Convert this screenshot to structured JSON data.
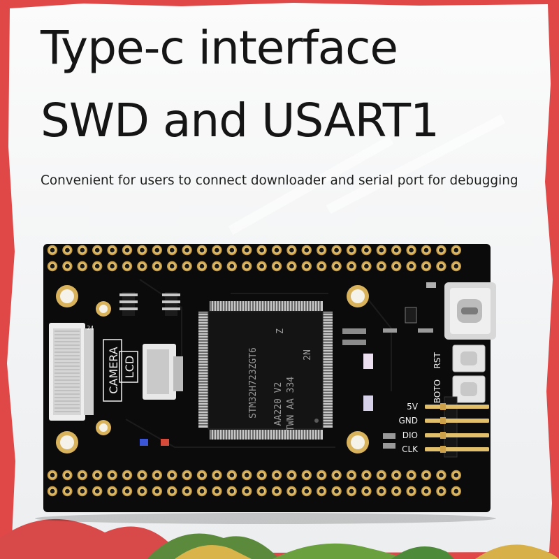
{
  "header": {
    "title_line1": "Type-c interface",
    "title_line2": "SWD and USART1",
    "subtitle": "Convenient for users to connect downloader and serial port for debugging"
  },
  "board": {
    "camera_label": "CAMERA",
    "lcd_label": "LCD",
    "connector_pin_number": "24",
    "chip_line1": "STM32H723ZGT6",
    "chip_line2": "AA220 V2",
    "chip_line3": "TWN AA 334",
    "chip_mark_z": "Z",
    "chip_mark_2n": "2N",
    "button_label_rst": "RST",
    "button_label_boot": "BOTO",
    "swd_pins": [
      "5V",
      "GND",
      "DIO",
      "CLK"
    ]
  },
  "colors": {
    "frame_red": "#e04848",
    "pcb_black": "#0b0b0b",
    "pad_gold": "#d9b25c"
  }
}
